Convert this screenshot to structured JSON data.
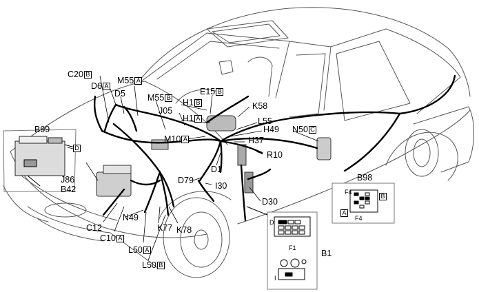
{
  "labels": {
    "c20": {
      "code": "C20",
      "suffix": "B"
    },
    "d6": {
      "code": "D6",
      "suffix": "A"
    },
    "d5": {
      "code": "D5"
    },
    "m55a": {
      "code": "M55",
      "suffix": "A"
    },
    "m55b": {
      "code": "M55",
      "suffix": "B"
    },
    "e15": {
      "code": "E15",
      "suffix": "B"
    },
    "h1b": {
      "code": "H1",
      "suffix": "B"
    },
    "j05": {
      "code": "J05"
    },
    "k58": {
      "code": "K58"
    },
    "h1a": {
      "code": "H1",
      "suffix": "A"
    },
    "l55": {
      "code": "L55"
    },
    "h49": {
      "code": "H49"
    },
    "n50": {
      "code": "N50",
      "suffix": "C"
    },
    "b99": {
      "code": "B99"
    },
    "m10": {
      "code": "M10",
      "suffix": "A"
    },
    "h37": {
      "code": "H37"
    },
    "r10": {
      "code": "R10"
    },
    "d1": {
      "code": "D1"
    },
    "j86": {
      "code": "J86"
    },
    "b42": {
      "code": "B42"
    },
    "d79": {
      "code": "D79"
    },
    "i30": {
      "code": "I30"
    },
    "b98": {
      "code": "B98"
    },
    "d30": {
      "code": "D30"
    },
    "c12": {
      "code": "C12"
    },
    "n49": {
      "code": "N49"
    },
    "c10": {
      "code": "C10",
      "suffix": "A"
    },
    "k77": {
      "code": "K77"
    },
    "k78": {
      "code": "K78"
    },
    "l50a": {
      "code": "L50",
      "suffix": "A"
    },
    "l50b": {
      "code": "L50",
      "suffix": "B"
    },
    "b1": {
      "code": "B1"
    }
  },
  "inset_b99": {
    "pin": "D"
  },
  "inset_b98": {
    "f4_top": "F4",
    "f4_bottom": "F4",
    "tag_b": "B",
    "tag_a": "A"
  },
  "inset_b1": {
    "pin_d": "D",
    "f1": "F1",
    "pin_i": "I"
  }
}
